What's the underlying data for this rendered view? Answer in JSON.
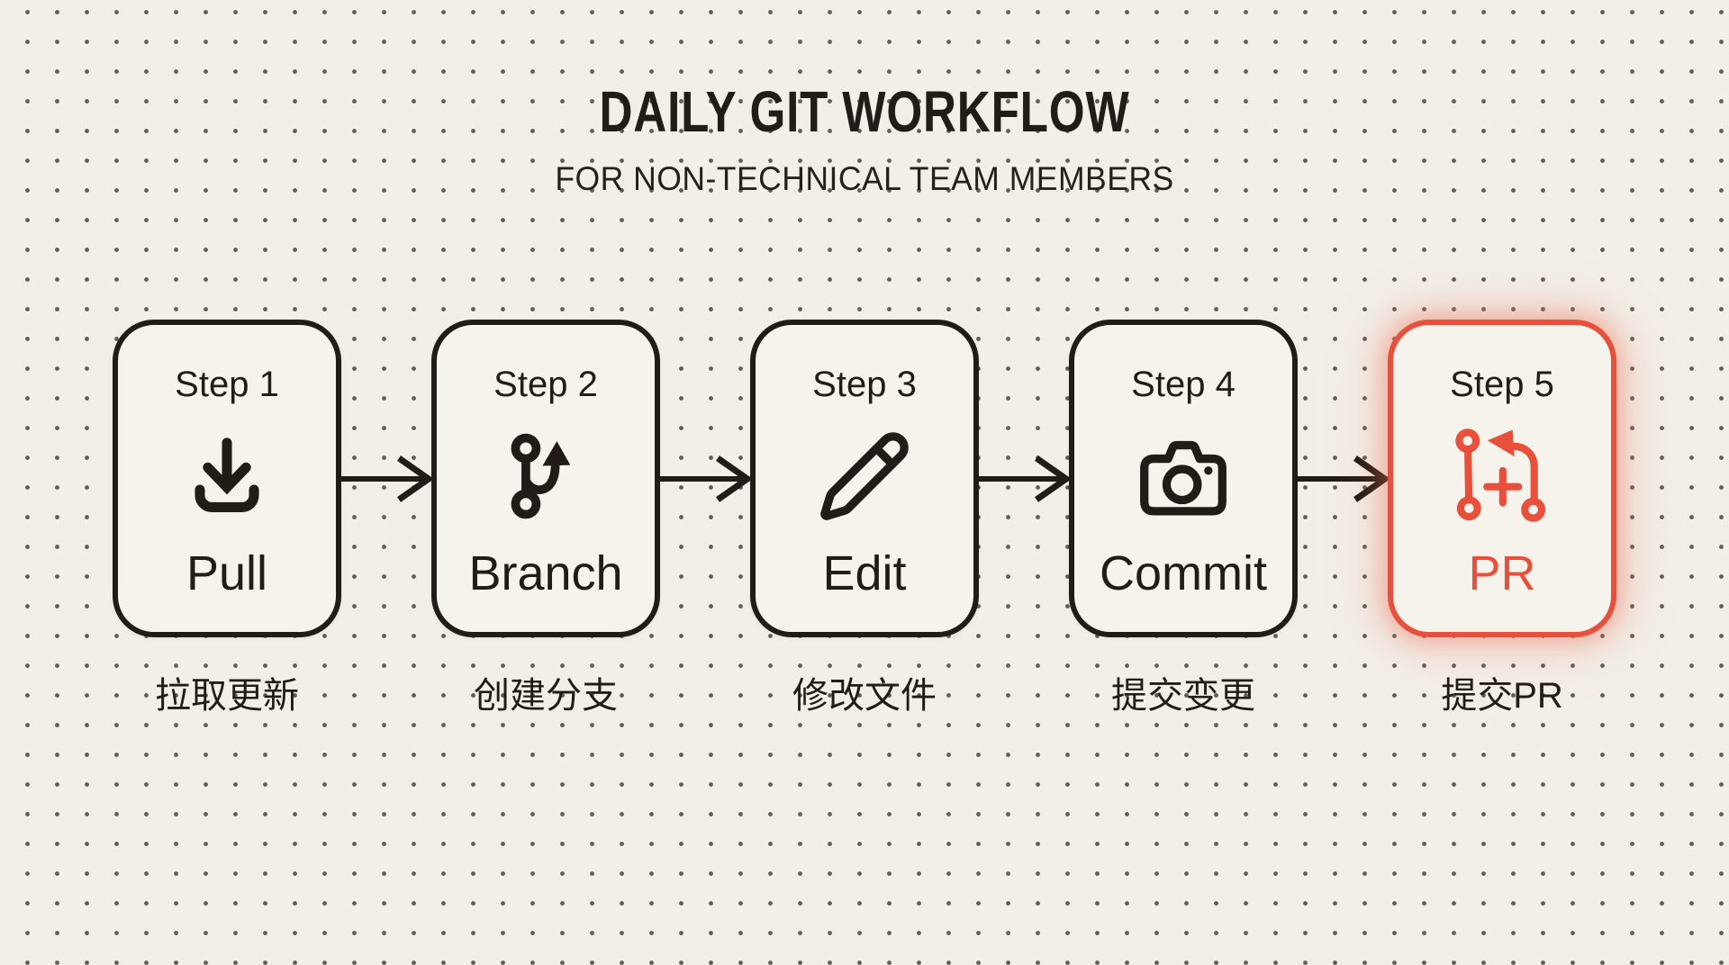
{
  "header": {
    "title": "DAILY GIT WORKFLOW",
    "subtitle": "FOR NON-TECHNICAL TEAM MEMBERS"
  },
  "steps": [
    {
      "step_label": "Step 1",
      "name": "Pull",
      "caption": "拉取更新",
      "icon": "download-icon",
      "highlighted": false
    },
    {
      "step_label": "Step 2",
      "name": "Branch",
      "caption": "创建分支",
      "icon": "git-branch-icon",
      "highlighted": false
    },
    {
      "step_label": "Step 3",
      "name": "Edit",
      "caption": "修改文件",
      "icon": "pencil-icon",
      "highlighted": false
    },
    {
      "step_label": "Step 4",
      "name": "Commit",
      "caption": "提交变更",
      "icon": "camera-icon",
      "highlighted": false
    },
    {
      "step_label": "Step 5",
      "name": "PR",
      "caption": "提交PR",
      "icon": "pull-request-icon",
      "highlighted": true
    }
  ],
  "colors": {
    "background": "#F2EFE8",
    "ink": "#211C18",
    "accent": "#E8503C",
    "card_fill": "#F6F3EC",
    "dot_grid": "#4A443D"
  }
}
